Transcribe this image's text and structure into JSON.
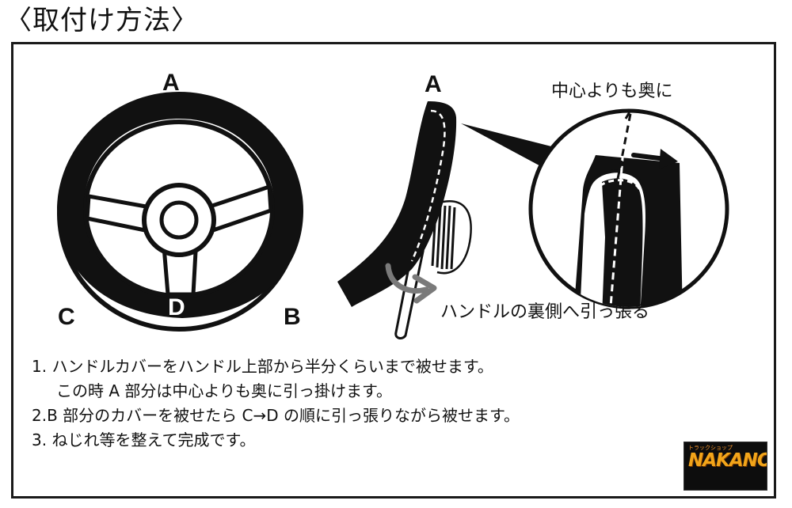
{
  "page": {
    "title": "〈取付け方法〉"
  },
  "diagram": {
    "label_a_wheel": "A",
    "label_b": "B",
    "label_c": "C",
    "label_d": "D",
    "label_a_side": "A",
    "callout_center": "中心よりも奥に",
    "callout_pull_back": "ハンドルの裏側へ引っ張る"
  },
  "steps": [
    "1. ハンドルカバーをハンドル上部から半分くらいまで被せます。",
    "この時 A 部分は中心よりも奥に引っ掛けます。",
    "2.B 部分のカバーを被せたら C→D の順に引っ張りながら被せます。",
    "3. ねじれ等を整えて完成です。"
  ],
  "logo": {
    "tagline": "トラックショップ",
    "brand": "NAKANO"
  },
  "colors": {
    "ink": "#111111",
    "arrow_gray": "#7a7a7a",
    "logo_bg": "#0d0d0d",
    "logo_gold": "#f2a51a"
  }
}
